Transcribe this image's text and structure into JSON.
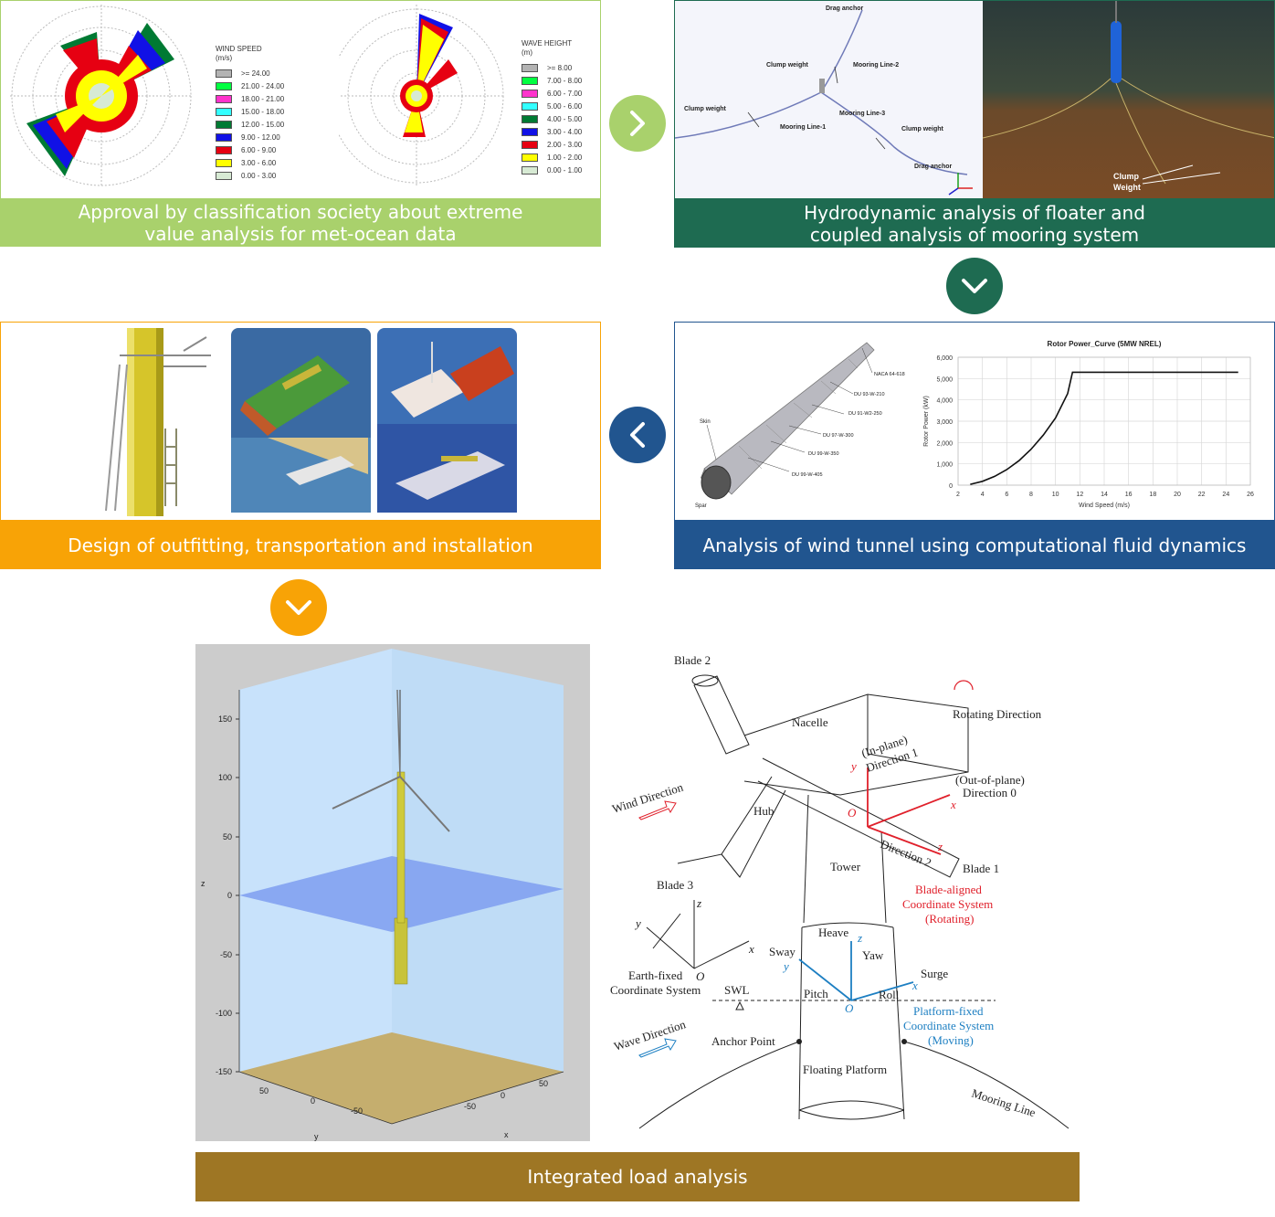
{
  "steps": [
    {
      "caption_line1": "Approval by classification society about extreme",
      "caption_line2": "value analysis for met-ocean data",
      "color": "#a9d16c"
    },
    {
      "caption_line1": "Hydrodynamic analysis of floater and",
      "caption_line2": "coupled analysis of mooring system",
      "color": "#1e6b51"
    },
    {
      "caption_line1": "Analysis of wind tunnel using computational fluid dynamics",
      "color": "#21558f"
    },
    {
      "caption_line1": "Design of outfitting, transportation and installation",
      "color": "#f8a306"
    },
    {
      "caption_line1": "Integrated load analysis",
      "color": "#9e7624"
    }
  ],
  "wind_rose": {
    "legend_title": "WIND SPEED",
    "legend_unit": "(m/s)",
    "bins": [
      {
        "label": ">= 24.00",
        "color": "#b3b3b3"
      },
      {
        "label": "21.00 - 24.00",
        "color": "#00ff40"
      },
      {
        "label": "18.00 - 21.00",
        "color": "#ff33cc"
      },
      {
        "label": "15.00 - 18.00",
        "color": "#33ffff"
      },
      {
        "label": "12.00 - 15.00",
        "color": "#007a33"
      },
      {
        "label": "9.00 - 12.00",
        "color": "#1111e6"
      },
      {
        "label": "6.00 - 9.00",
        "color": "#e60012"
      },
      {
        "label": "3.00 - 6.00",
        "color": "#ffff00"
      },
      {
        "label": "0.00 - 3.00",
        "color": "#d7ead4"
      }
    ]
  },
  "wave_rose": {
    "legend_title": "WAVE HEIGHT",
    "legend_unit": "(m)",
    "bins": [
      {
        "label": ">= 8.00",
        "color": "#b3b3b3"
      },
      {
        "label": "7.00 - 8.00",
        "color": "#00ff40"
      },
      {
        "label": "6.00 - 7.00",
        "color": "#ff33cc"
      },
      {
        "label": "5.00 - 6.00",
        "color": "#33ffff"
      },
      {
        "label": "4.00 - 5.00",
        "color": "#007a33"
      },
      {
        "label": "3.00 - 4.00",
        "color": "#1111e6"
      },
      {
        "label": "2.00 - 3.00",
        "color": "#e60012"
      },
      {
        "label": "1.00 - 2.00",
        "color": "#ffff00"
      },
      {
        "label": "0.00 - 1.00",
        "color": "#d7ead4"
      }
    ]
  },
  "mooring": {
    "drag_anchor_top": "Drag anchor",
    "clump_weight_1": "Clump weight",
    "mooring_line_2": "Mooring Line-2",
    "clump_weight_2": "Clump weight",
    "mooring_line_3": "Mooring Line-3",
    "mooring_line_1": "Mooring Line-1",
    "clump_weight_3": "Clump weight",
    "drag_anchor_bottom": "Drag anchor",
    "clump_line1": "Clump",
    "clump_line2": "Weight"
  },
  "blade": {
    "sections": [
      "NACA 64-618",
      "DU 93-W-210",
      "DU 91-W2-250",
      "DU 97-W-300",
      "DU 99-W-350",
      "DU 99-W-405"
    ],
    "skin": "Skin",
    "spar": "Spar"
  },
  "chart_data": {
    "type": "line",
    "title": "Rotor Power_Curve (5MW NREL)",
    "xlabel": "Wind Speed (m/s)",
    "ylabel": "Rotor Power (kW)",
    "xlim": [
      2,
      26
    ],
    "ylim": [
      0,
      6000
    ],
    "xticks": [
      2,
      4,
      6,
      8,
      10,
      12,
      14,
      16,
      18,
      20,
      22,
      24,
      26
    ],
    "yticks": [
      "0",
      "1,000",
      "2,000",
      "3,000",
      "4,000",
      "5,000",
      "6,000"
    ],
    "x": [
      3,
      4,
      5,
      6,
      7,
      8,
      9,
      10,
      11,
      11.4,
      12,
      14,
      16,
      18,
      20,
      22,
      24,
      25
    ],
    "y": [
      40,
      180,
      410,
      730,
      1150,
      1690,
      2350,
      3150,
      4300,
      5296,
      5296,
      5296,
      5296,
      5296,
      5296,
      5296,
      5296,
      5296
    ],
    "grid": true
  },
  "matlab_plot": {
    "z_ticks": [
      "150",
      "100",
      "50",
      "0",
      "-50",
      "-100",
      "-150"
    ],
    "z_label": "z",
    "y_ticks": [
      "50",
      "0",
      "-50"
    ],
    "y_label": "y",
    "x_ticks": [
      "50",
      "0",
      "-50"
    ],
    "x_label": "x"
  },
  "fowt_diagram": {
    "blade2": "Blade 2",
    "nacelle": "Nacelle",
    "rotating_direction": "Rotating Direction",
    "in_plane": "(In-plane)",
    "direction1": "Direction 1",
    "y2": "y",
    "out_of_plane": "(Out-of-plane)",
    "direction0": "Direction 0",
    "x2": "x",
    "wind_direction": "Wind Direction",
    "hub": "Hub",
    "o2": "O",
    "z2": "z",
    "direction2": "Direction 2",
    "tower": "Tower",
    "blade1": "Blade 1",
    "blade3": "Blade 3",
    "blade_aligned_1": "Blade-aligned",
    "blade_aligned_2": "Coordinate System",
    "blade_aligned_3": "(Rotating)",
    "earth_y": "y",
    "earth_z": "z",
    "earth_x": "x",
    "earth_o": "O",
    "earth_fixed_1": "Earth-fixed",
    "earth_fixed_2": "Coordinate System",
    "heave": "Heave",
    "z1": "z",
    "yaw": "Yaw",
    "sway": "Sway",
    "y1": "y",
    "surge": "Surge",
    "x1": "x",
    "swl": "SWL",
    "pitch": "Pitch",
    "roll": "Roll",
    "o1": "O",
    "platform_1": "Platform-fixed",
    "platform_2": "Coordinate System",
    "platform_3": "(Moving)",
    "wave_direction": "Wave Direction",
    "anchor_point": "Anchor Point",
    "floating_platform": "Floating Platform",
    "mooring_line": "Mooring Line"
  }
}
